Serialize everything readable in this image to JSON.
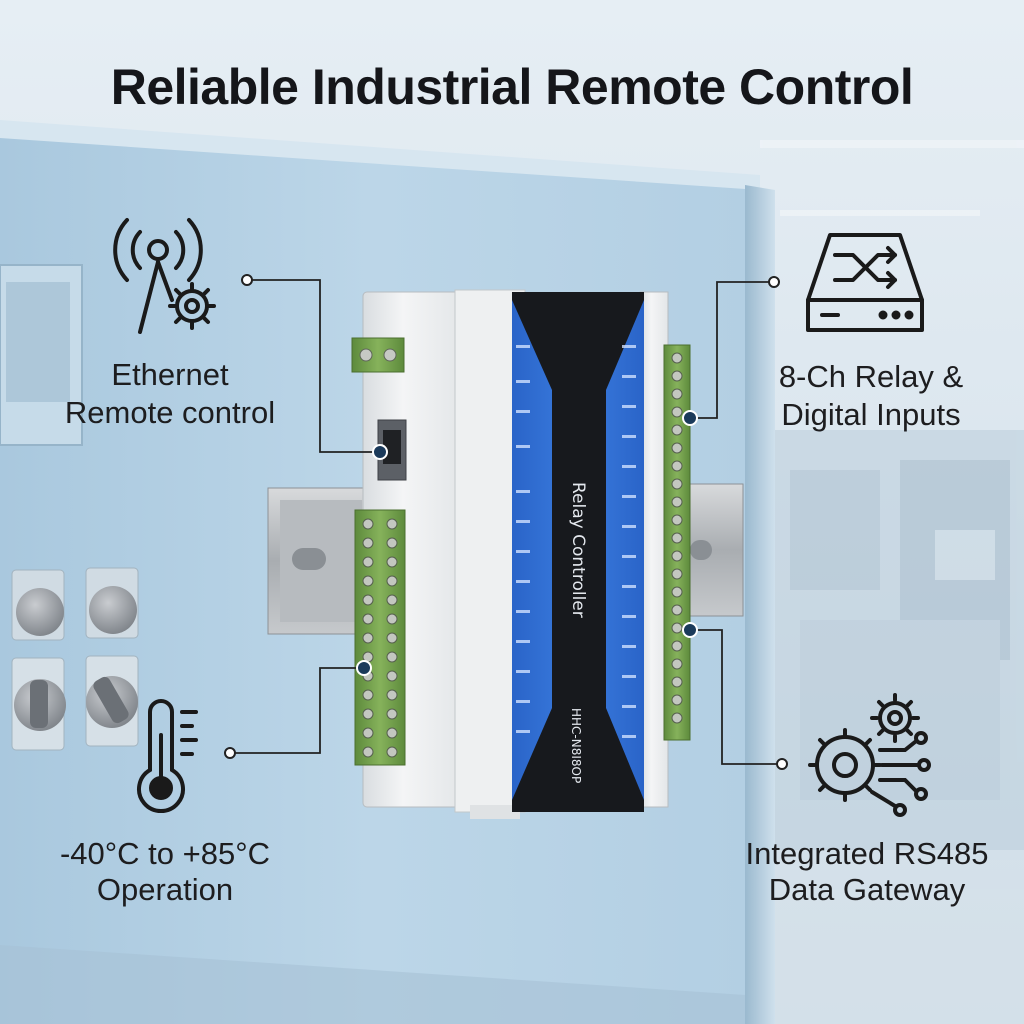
{
  "title": "Reliable Industrial Remote Control",
  "features": [
    {
      "lines": [
        "Ethernet",
        "Remote control"
      ],
      "icon": "antenna-gear-icon"
    },
    {
      "lines": [
        "8-Ch Relay &",
        "Digital Inputs"
      ],
      "icon": "network-switch-icon"
    },
    {
      "lines": [
        "-40°C to +85°C",
        "Operation"
      ],
      "icon": "thermometer-icon"
    },
    {
      "lines": [
        "Integrated RS485",
        "Data Gateway"
      ],
      "icon": "gears-circuit-icon"
    }
  ],
  "device": {
    "name": "Relay Controller",
    "model": "HHC-N8I8OP"
  },
  "colors": {
    "panel": "#b8d4e6",
    "device_blue": "#2f6fd6",
    "device_black": "#16181c",
    "terminal_green": "#6f9a4a",
    "text": "#1d1d1f"
  }
}
